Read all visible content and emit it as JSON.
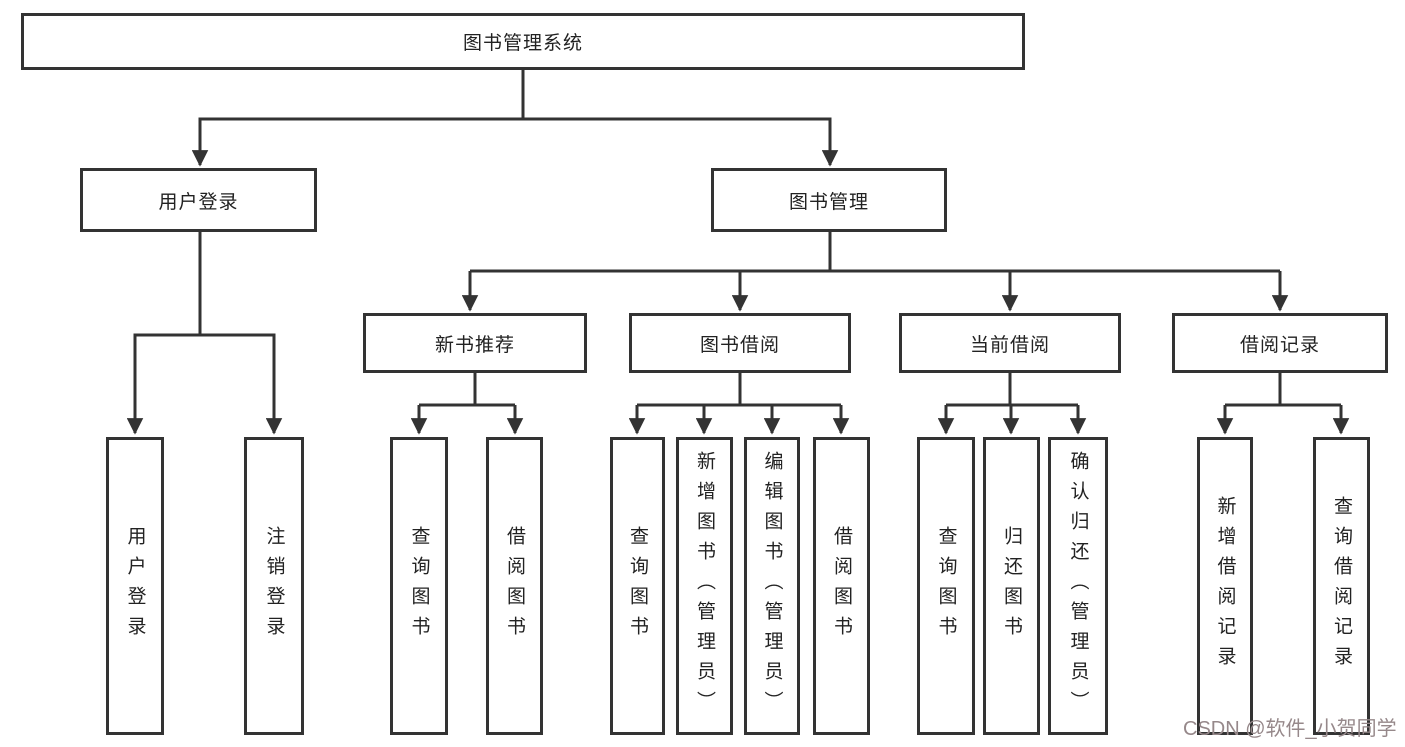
{
  "tree": {
    "label": "图书管理系统",
    "children": [
      {
        "label": "用户登录",
        "children": [
          {
            "label": "用户登录"
          },
          {
            "label": "注销登录"
          }
        ]
      },
      {
        "label": "图书管理",
        "children": [
          {
            "label": "新书推荐",
            "children": [
              {
                "label": "查询图书"
              },
              {
                "label": "借阅图书"
              }
            ]
          },
          {
            "label": "图书借阅",
            "children": [
              {
                "label": "查询图书"
              },
              {
                "label": "新增图书（管理员）"
              },
              {
                "label": "编辑图书（管理员）"
              },
              {
                "label": "借阅图书"
              }
            ]
          },
          {
            "label": "当前借阅",
            "children": [
              {
                "label": "查询图书"
              },
              {
                "label": "归还图书"
              },
              {
                "label": "确认归还（管理员）"
              }
            ]
          },
          {
            "label": "借阅记录",
            "children": [
              {
                "label": "新增借阅记录"
              },
              {
                "label": "查询借阅记录"
              }
            ]
          }
        ]
      }
    ]
  },
  "watermark": {
    "text": "CSDN @软件_小贺同学"
  },
  "colors": {
    "line": "#333333",
    "box_border": "#333333",
    "text": "#222222",
    "watermark": "#96888a"
  }
}
